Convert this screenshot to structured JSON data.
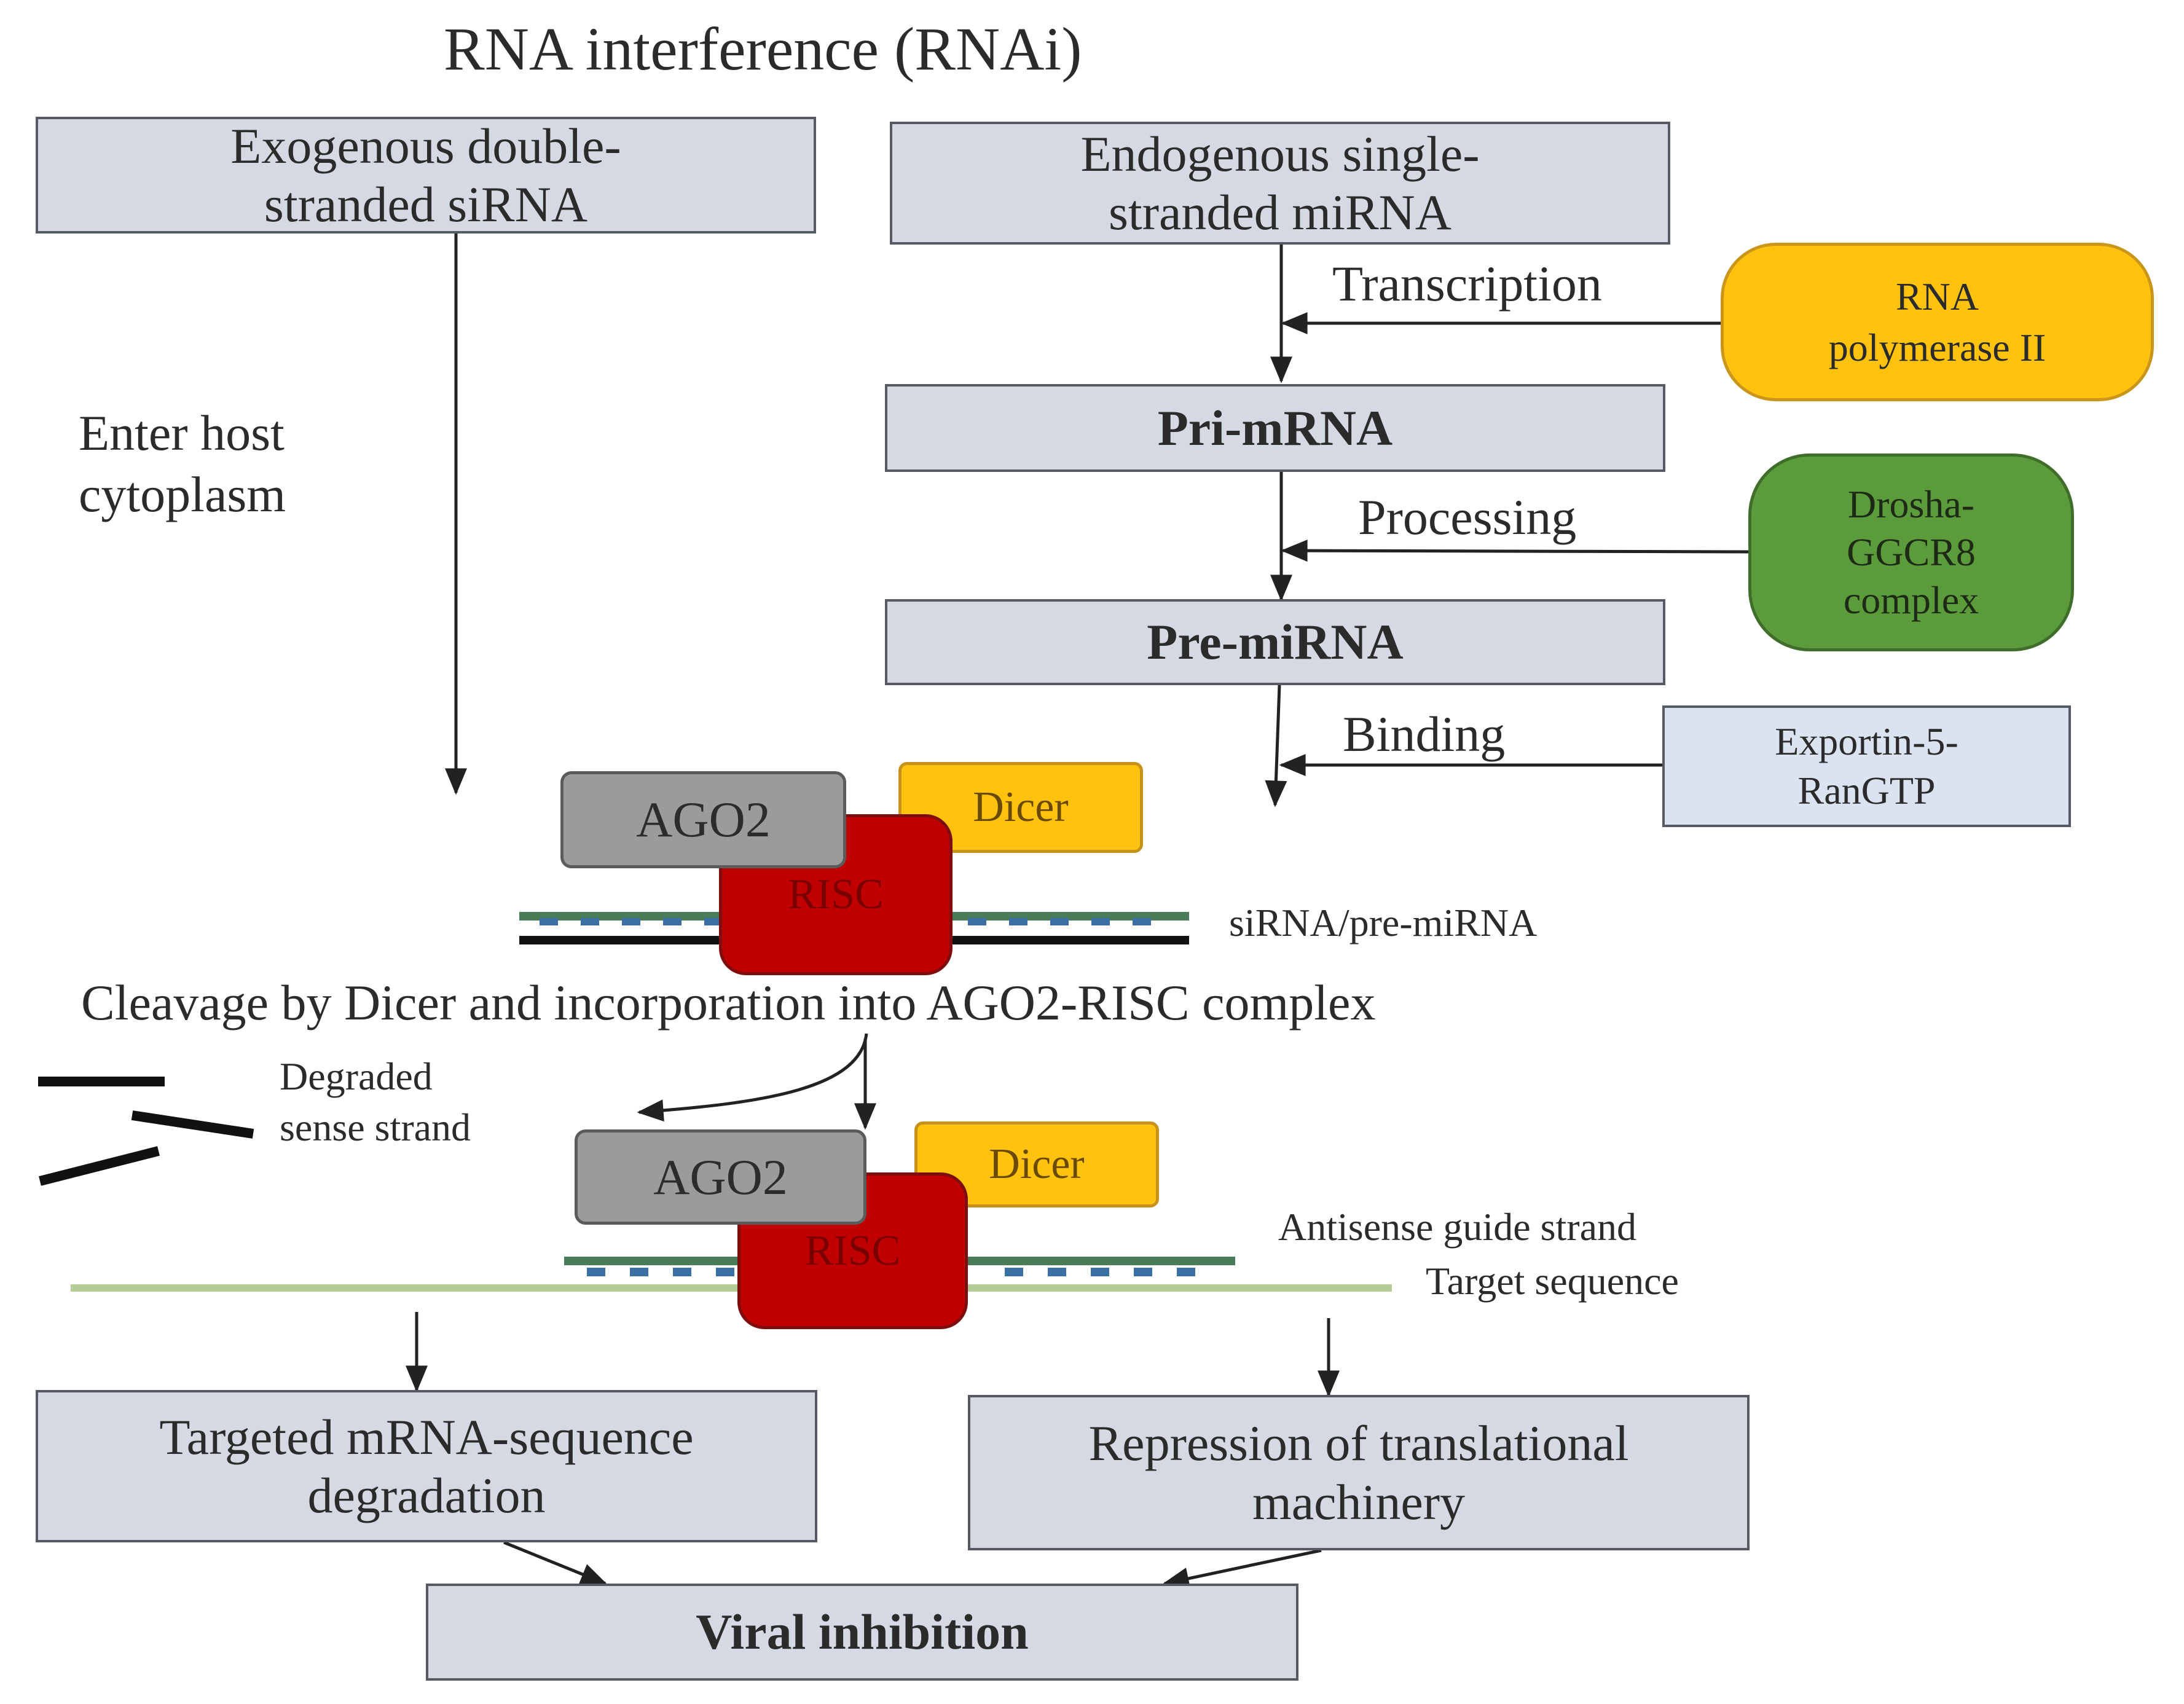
{
  "title": "RNA interference (RNAi)",
  "nodes": {
    "exogenous": "Exogenous double-\nstranded siRNA",
    "endogenous": "Endogenous single-\nstranded miRNA",
    "pri": "Pri-mRNA",
    "pre": "Pre-miRNA",
    "rna_pol": "RNA\npolymerase  II",
    "drosha": "Drosha-\nGGCR8\ncomplex",
    "exportin": "Exportin-5-\nRanGTP",
    "degradation": "Targeted mRNA-sequence\ndegradation",
    "repression": "Repression of translational\nmachinery",
    "viral": "Viral inhibition"
  },
  "edge_labels": {
    "enter": "Enter host\ncytoplasm",
    "transcription": "Transcription",
    "processing": "Processing",
    "binding": "Binding",
    "cleavage": "Cleavage by Dicer and incorporation into AGO2-RISC complex"
  },
  "complex_top": {
    "ago2": "AGO2",
    "dicer": "Dicer",
    "risc": "RISC",
    "strand": "siRNA/pre-miRNA"
  },
  "complex_bottom": {
    "ago2": "AGO2",
    "dicer": "Dicer",
    "risc": "RISC",
    "guide": "Antisense  guide  strand",
    "target": "Target  sequence"
  },
  "degraded": "Degraded\nsense  strand",
  "colors": {
    "box_fill": "#d5d9e3",
    "yellow": "#ffc20e",
    "green": "#5c9b3c",
    "risc_red": "#c00000",
    "ago2_gray": "#9b9b9b",
    "strand_green": "#4a7c59",
    "strand_blue": "#3b6fa3",
    "target_green": "#b5cc96"
  }
}
